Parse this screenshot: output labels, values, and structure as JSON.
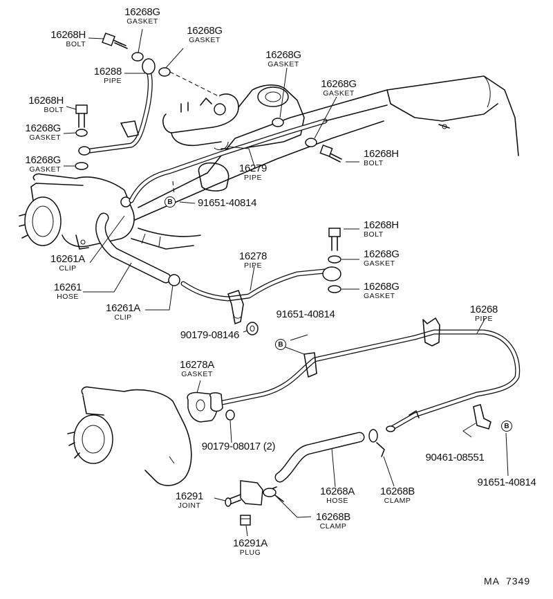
{
  "diagram_code": "MA  7349",
  "ref_mark": "B",
  "callouts": [
    {
      "id": "c01",
      "part_no": "16268G",
      "name": "GASKET"
    },
    {
      "id": "c02",
      "part_no": "16268H",
      "name": "BOLT"
    },
    {
      "id": "c03",
      "part_no": "16268G",
      "name": "GASKET"
    },
    {
      "id": "c04",
      "part_no": "16288",
      "name": "PIPE"
    },
    {
      "id": "c05",
      "part_no": "16268G",
      "name": "GASKET"
    },
    {
      "id": "c06",
      "part_no": "16268G",
      "name": "GASKET"
    },
    {
      "id": "c07",
      "part_no": "16268H",
      "name": "BOLT"
    },
    {
      "id": "c08",
      "part_no": "16268G",
      "name": "GASKET"
    },
    {
      "id": "c09",
      "part_no": "16268G",
      "name": "GASKET"
    },
    {
      "id": "c10",
      "part_no": "16268H",
      "name": "BOLT"
    },
    {
      "id": "c11",
      "part_no": "16279",
      "name": "PIPE"
    },
    {
      "id": "c12",
      "part_no": "91651-40814",
      "name": ""
    },
    {
      "id": "c13",
      "part_no": "16268H",
      "name": "BOLT"
    },
    {
      "id": "c14",
      "part_no": "16278",
      "name": "PIPE"
    },
    {
      "id": "c15",
      "part_no": "16268G",
      "name": "GASKET"
    },
    {
      "id": "c16",
      "part_no": "16261A",
      "name": "CLIP"
    },
    {
      "id": "c17",
      "part_no": "16268G",
      "name": "GASKET"
    },
    {
      "id": "c18",
      "part_no": "16261",
      "name": "HOSE"
    },
    {
      "id": "c19",
      "part_no": "16261A",
      "name": "CLIP"
    },
    {
      "id": "c20",
      "part_no": "91651-40814",
      "name": ""
    },
    {
      "id": "c21",
      "part_no": "16268",
      "name": "PIPE"
    },
    {
      "id": "c22",
      "part_no": "90179-08146",
      "name": ""
    },
    {
      "id": "c23",
      "part_no": "16278A",
      "name": "GASKET"
    },
    {
      "id": "c24",
      "part_no": "90179-08017 (2)",
      "name": ""
    },
    {
      "id": "c25",
      "part_no": "90461-08551",
      "name": ""
    },
    {
      "id": "c26",
      "part_no": "91651-40814",
      "name": ""
    },
    {
      "id": "c27",
      "part_no": "16268A",
      "name": "HOSE"
    },
    {
      "id": "c28",
      "part_no": "16268B",
      "name": "CLAMP"
    },
    {
      "id": "c29",
      "part_no": "16291",
      "name": "JOINT"
    },
    {
      "id": "c30",
      "part_no": "16268B",
      "name": "CLAMP"
    },
    {
      "id": "c31",
      "part_no": "16291A",
      "name": "PLUG"
    }
  ]
}
